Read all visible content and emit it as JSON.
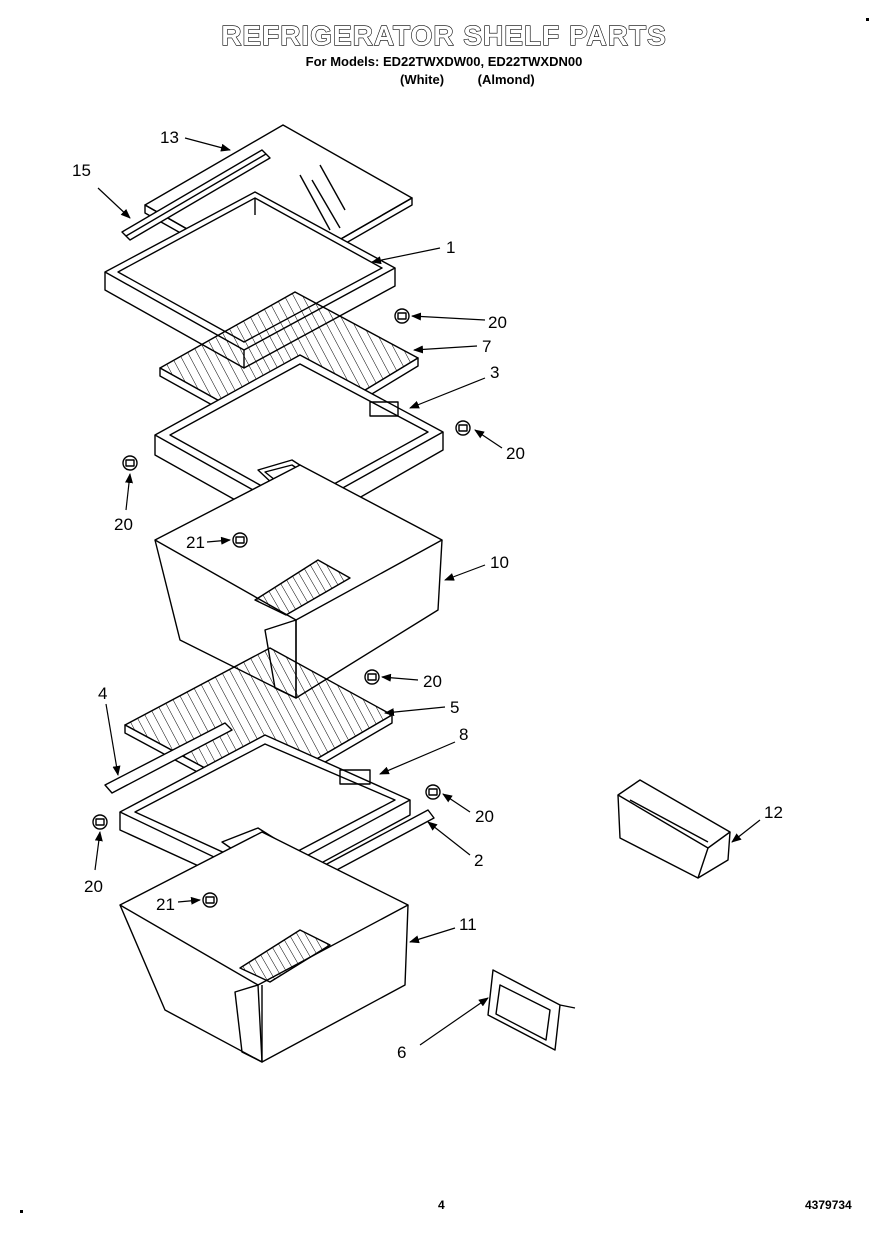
{
  "header": {
    "title": "REFRIGERATOR SHELF PARTS",
    "subtitle": "For Models: ED22TWXDW00, ED22TWXDN00",
    "variants": [
      "(White)",
      "(Almond)"
    ]
  },
  "callouts": [
    {
      "id": "c13",
      "label": "13"
    },
    {
      "id": "c15",
      "label": "15"
    },
    {
      "id": "c1",
      "label": "1"
    },
    {
      "id": "c20a",
      "label": "20"
    },
    {
      "id": "c7",
      "label": "7"
    },
    {
      "id": "c3",
      "label": "3"
    },
    {
      "id": "c20b",
      "label": "20"
    },
    {
      "id": "c20c",
      "label": "20"
    },
    {
      "id": "c21a",
      "label": "21"
    },
    {
      "id": "c10",
      "label": "10"
    },
    {
      "id": "c20d",
      "label": "20"
    },
    {
      "id": "c4",
      "label": "4"
    },
    {
      "id": "c5",
      "label": "5"
    },
    {
      "id": "c8",
      "label": "8"
    },
    {
      "id": "c20e",
      "label": "20"
    },
    {
      "id": "c20f",
      "label": "20"
    },
    {
      "id": "c2",
      "label": "2"
    },
    {
      "id": "c21b",
      "label": "21"
    },
    {
      "id": "c11",
      "label": "11"
    },
    {
      "id": "c12",
      "label": "12"
    },
    {
      "id": "c6",
      "label": "6"
    }
  ],
  "footer": {
    "page_number": "4",
    "document_number": "4379734"
  }
}
